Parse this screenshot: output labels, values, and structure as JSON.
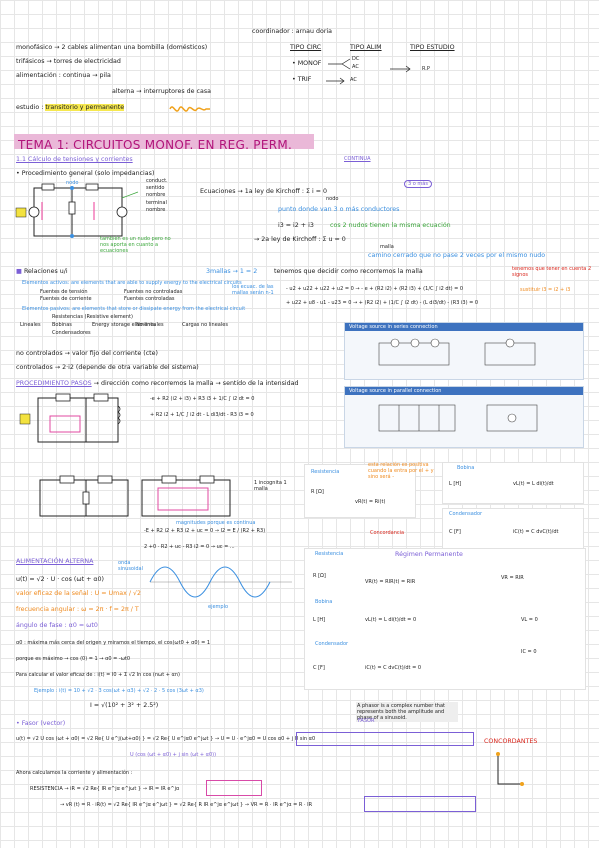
{
  "header": {
    "coordinator": "coordinador : arnau doria",
    "line1": "monofásico → 2 cables alimentan una bombilla (domésticos)",
    "line2": "trifásicos → torres de electricidad",
    "line3": "alimentación : continua → pila",
    "line4": "alterna → interruptores de casa",
    "line5_a": "estudio : ",
    "line5_b": "transitorio y permanente",
    "col1": "TIPO CIRC",
    "col2": "TIPO ALIM",
    "col3": "TIPO ESTUDIO",
    "row1_a": "• MONOF",
    "row1_b": "DC",
    "row1_c": "AC",
    "row1_d": "R.P",
    "row2_a": "• TRIF",
    "row2_b": "AC"
  },
  "title": "TEMA 1: CIRCUITOS MONOF. EN REG. PERM.",
  "section11": {
    "heading": "1.1 Cálculo de tensiones y corrientes",
    "continua": "CONTINUA",
    "proc": "• Procedimiento general (solo impedancias)",
    "node_label": "nodo",
    "branch_labels": [
      "conduct.",
      "sentido",
      "nombre",
      "terminal",
      "nombre"
    ],
    "eq1": "Ecuaciones → 1a ley de Kirchoff : Σ i = 0",
    "eq1_sub": "nodo",
    "punto": "punto donde van 3 o más conductores",
    "tres": "3 o más",
    "i3": "i3 = i2 + i3",
    "cos2": "cos 2 nudos tienen la misma ecuación",
    "tambien": "también es un nudo pero no nos aporta en cuanto a ecuaciones",
    "kir2": "→ 2a ley de Kirchoff : Σ u = 0",
    "kir2_sub": "malla",
    "camino": "camino cerrado que no pase 2 veces por el mismo nudo",
    "relaciones": "Relaciones u/i",
    "act": "Elementos activos: are elements that are able to supply energy to the electrical circuits",
    "act_a": "Fuentes de tensión",
    "act_b": "Fuentes de corriente",
    "act_c": "Fuentes no controladas",
    "act_d": "Fuentes controladas",
    "pas": "Elementos pasivos: are elements that store or dissipate energy from the electrical circuit",
    "pas_a": "Lineales",
    "pas_b": "Resistencias (Resistive element)",
    "pas_c": "Bobinas",
    "pas_d": "Condensadores",
    "pas_e": "Energy storage elements",
    "pas_f": "No lineales",
    "pas_g": "Cargas no lineales",
    "mallas": "3mallas → 1 = 2",
    "tenemos": "tenemos que decidir como recorremos la malla",
    "nmallas": "los ecuac. de las mallas serán n-1",
    "mallaeq1": "- u2 + u22 + u22 + u2 = 0 → - e + (R2 i2) + (R2 i3) + (1/C ∫ i2 dt) = 0",
    "mallaeq2": "+ u22 + u8 - u1 - u23 = 0 → + (R2 i2) + (1/C ∫ i2 dt) - (L di3/dt) - (R3 i3) = 0",
    "tener": "tenemos que tener en cuenta 2 signos",
    "sustituir": "sustituir i3 = i2 + i3",
    "nocontrol": "no controlados → valor fijo del corriente (cte)",
    "control": "controlados → 2·i2 (depende de otra variable del sistema)",
    "proc_pasos": "PROCEDIMIENTO PASOS",
    "proc_pasos2": "→ dirección como recorremos la malla → sentido de la intensidad",
    "kvl1": "-e + R2 (i2 + i3) + R3 i3 + 1/C ∫ i2 dt = 0",
    "kvl2": "+ R2 i2 + 1/C ∫ i2 dt - L di3/dt - R3 i3 = 0",
    "incog": "1 incognita 1 malla",
    "mag": "magnitudes porque es continua",
    "eqa": "-E + R2 i2 + R3 i2 + uc = 0 → I2 = E / (R2 + R3)",
    "eqb": "2 +0 · R2 + uc - R3 i2 = 0 → uc = ...",
    "panel1": "Voltage source in series connection",
    "panel2": "Voltage source in parallel connection"
  },
  "cards": {
    "resistencia": "Resistencia",
    "bobina": "Bobina",
    "condensador": "Condensador",
    "r_label": "R [Ω]",
    "l_label": "L [H]",
    "c_label": "C [F]",
    "vr_eq": "vR(t) = Ri(t)",
    "vl_eq": "vL(t) = L di(t)/dt",
    "ic_eq": "iC(t) = C dvC(t)/dt",
    "concordancia": "Concordancia",
    "esta": "esta relación es positiva cuando la entra por el + y sino será -",
    "regimen": "Régimen Permanente",
    "vr_p": "VR = RIR",
    "vl_p": "vL(t) = L di(t)/dt = 0",
    "ic_p": "iC(t) = C dvC(t)/dt = 0",
    "vr_p2": "VR(t) = RIR(t) = RIR",
    "ic0": "IC = 0",
    "vl0": "VL = 0"
  },
  "alterna": {
    "heading": "ALIMENTACIÓN ALTERNA",
    "onda": "onda sinusoidal",
    "ut": "u(t) = √2 · U · cos (ωt + α0)",
    "eficaz": "valor eficaz de la señal : U = Umax / √2",
    "freq": "frecuencia angular : ω = 2π · f = 2π / T",
    "angulo": "ángulo de fase : α0 = ωt0",
    "max": "α0 : máxima más cerca del origen y miramos el tiempo, el cos(ωt0 + α0) = 1",
    "porque": "porque es máximo → cos (0) = 1 → α0 = -ωt0",
    "calc": "Para calcular el valor eficaz de : i(t) = I0 + Σ √2 In cos (nωt + αn)",
    "ejemplo": "Ejemplo : i(t) = 10 + √2 · 3 cos(ωt + α3) + √2 · 2 · 5 cos (3ωt + α3)",
    "irms": "I = √(10² + 3² + 2.5²)",
    "ejemplo_tag": "ejemplo"
  },
  "fasor": {
    "heading": "• Fasor (vector)",
    "tag": "FASOR",
    "tip": "A phasor is a complex number that represents both the amplitude and phase of a sinusoid.",
    "eq1": "u(t) = √2 U cos (ωt + α0) = √2 Re{ U e^j(ωt+α0) } = √2 Re{ U e^jα0 e^jωt } → U = U · e^jα0 = U cos α0 + j U sin α0",
    "eq2": "U (cos (ωt + α0) + j sin (ωt + α0))",
    "concord": "CONCORDANTES",
    "ahora": "Ahora calculamos la corriente y alimentación :",
    "res": "RESISTENCIA → iR = √2 Re{ IR e^jα e^jωt } → IR = IR e^jα",
    "res2": "→ vR (t) = R · iR(t) = √2 Re{ IR e^jα e^jωt } = √2 Re{ R IR e^jα e^jωt } → VR = R · IR e^jα = R · IR"
  }
}
